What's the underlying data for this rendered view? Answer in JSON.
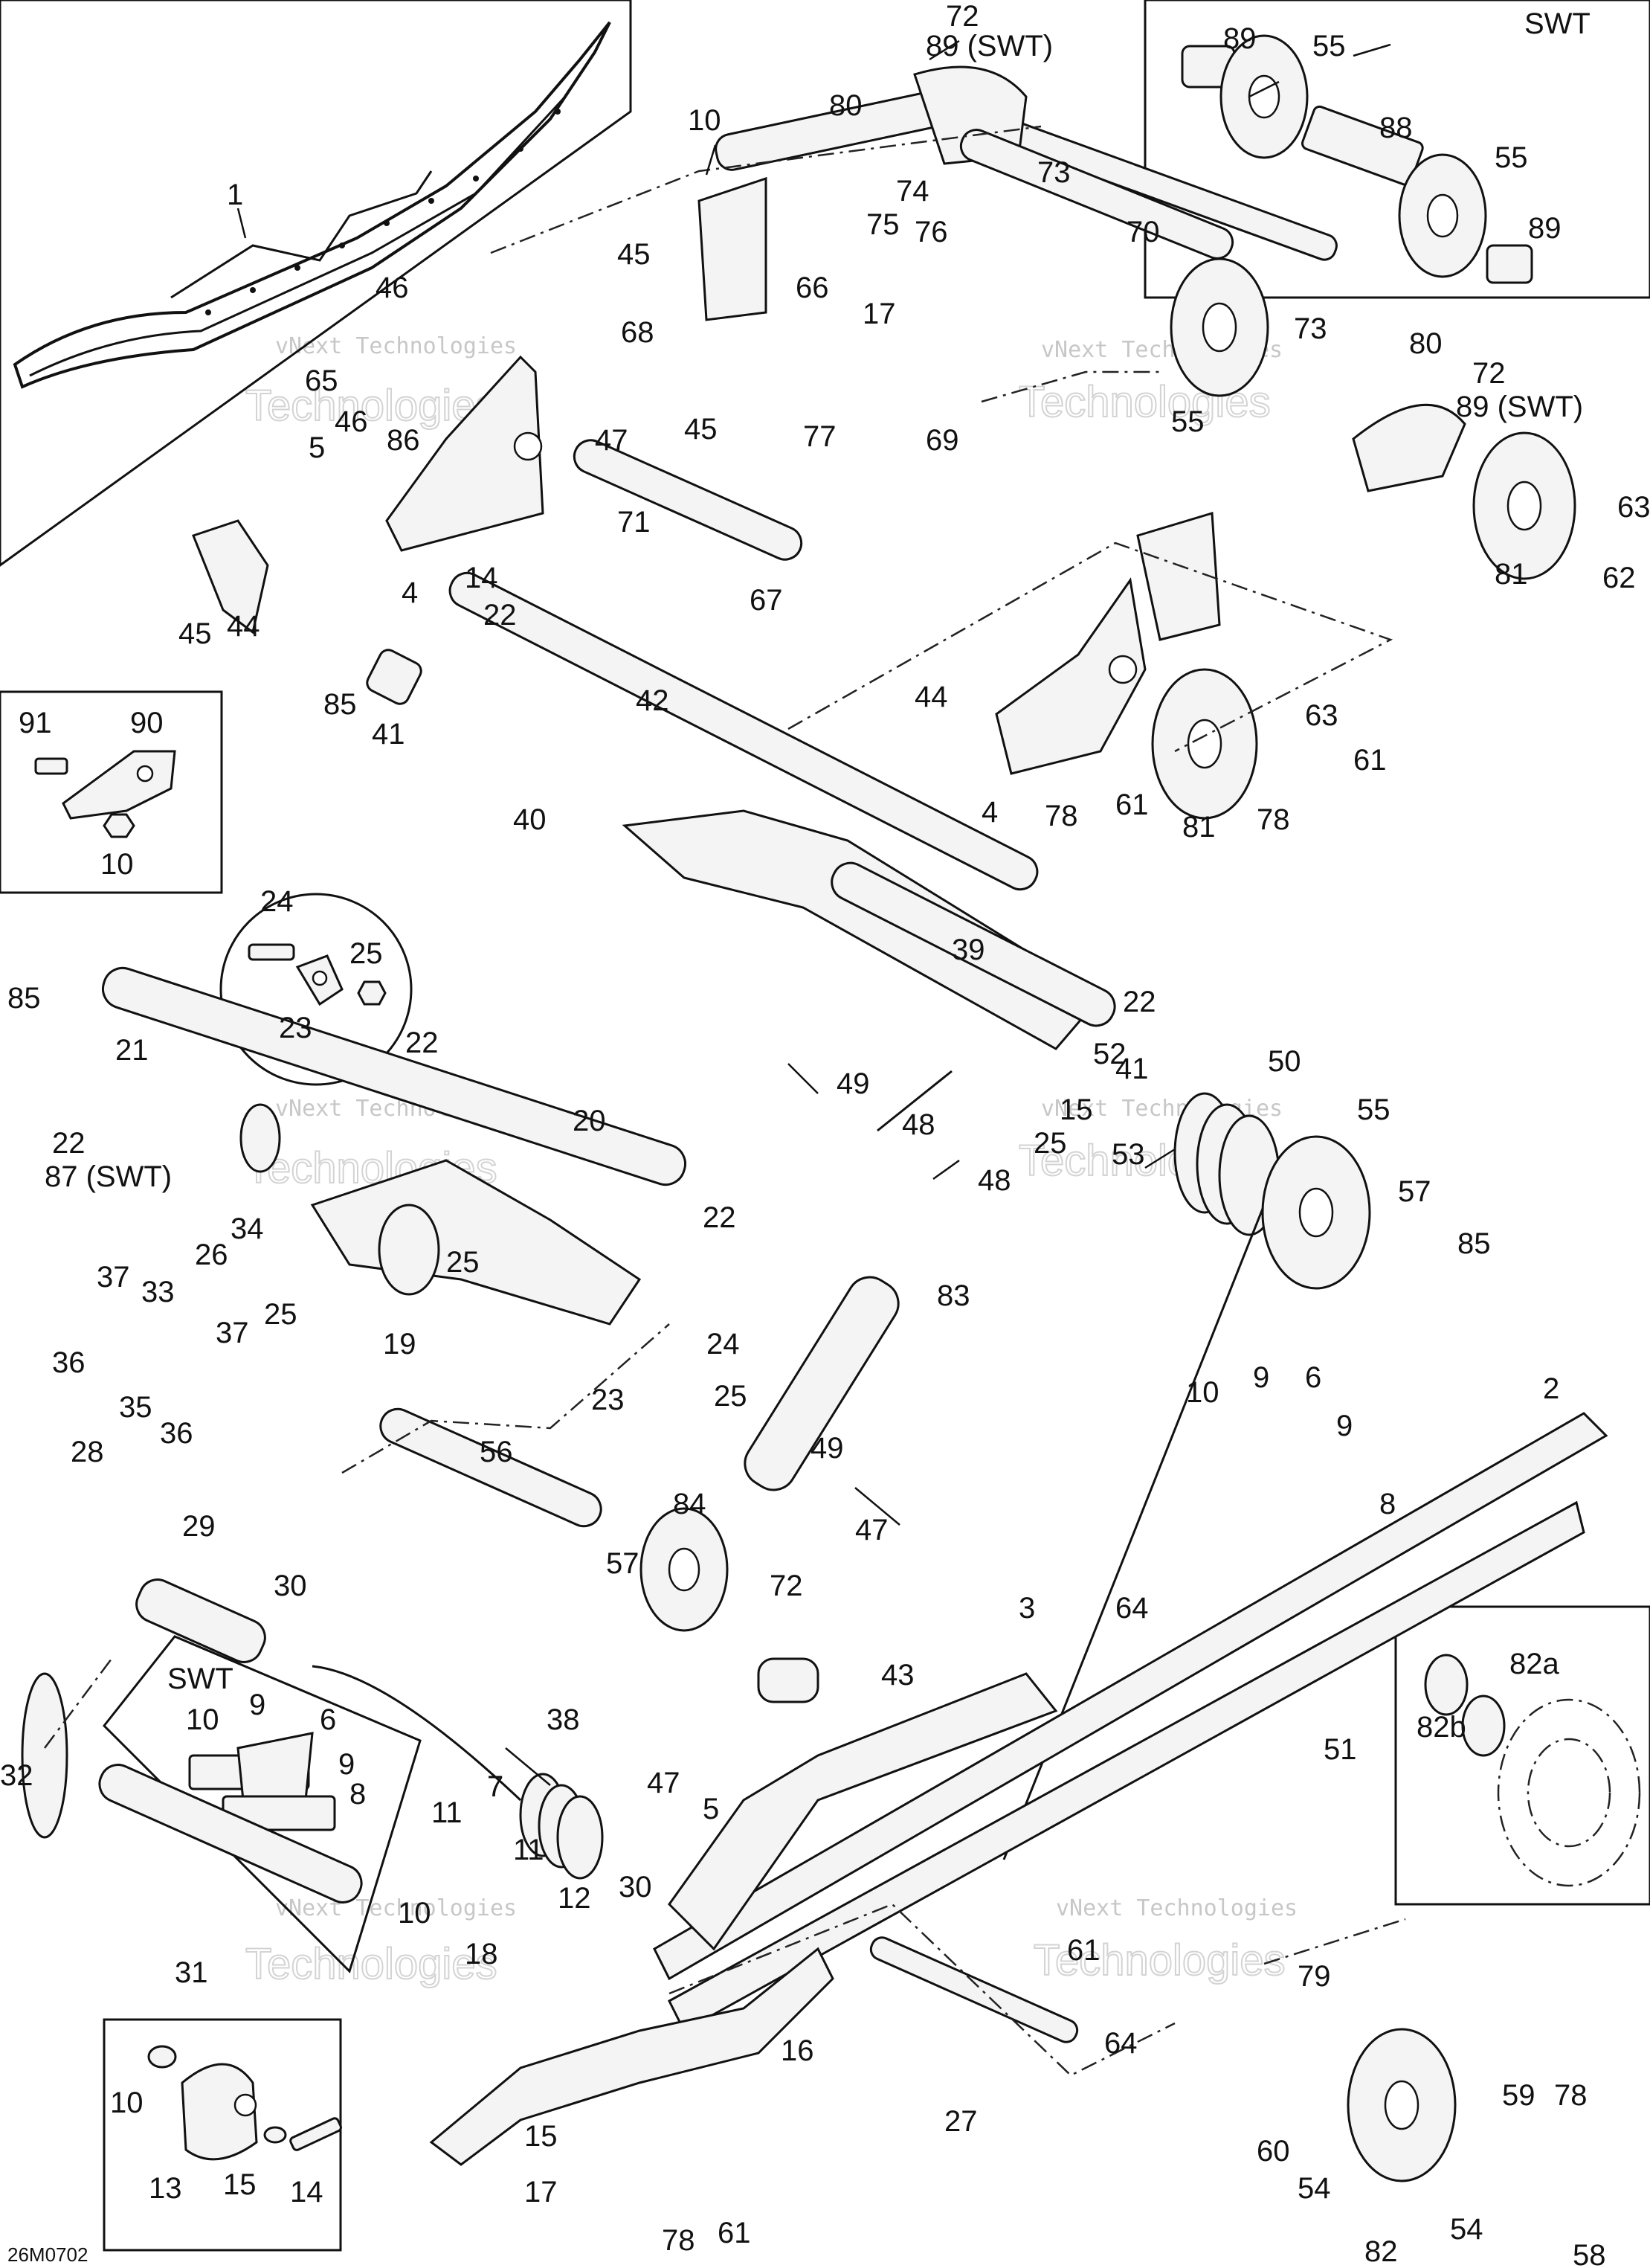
{
  "diagram_code": "26M0702",
  "watermark": {
    "line1": "vNext Technologies",
    "line2": "Technologies"
  },
  "labels": {
    "swt": "SWT",
    "p72": "72",
    "p89swt": "89 (SWT)",
    "p89swt_b": "89 (SWT)",
    "p87swt": "87 (SWT)"
  },
  "callouts": [
    "1",
    "2",
    "3",
    "4",
    "5",
    "6",
    "7",
    "8",
    "9",
    "10",
    "11",
    "12",
    "13",
    "14",
    "15",
    "16",
    "17",
    "18",
    "19",
    "20",
    "21",
    "22",
    "23",
    "24",
    "25",
    "26",
    "27",
    "28",
    "29",
    "30",
    "31",
    "32",
    "33",
    "34",
    "35",
    "36",
    "37",
    "38",
    "39",
    "40",
    "41",
    "42",
    "43",
    "44",
    "45",
    "46",
    "47",
    "48",
    "49",
    "50",
    "51",
    "52",
    "53",
    "54",
    "55",
    "56",
    "57",
    "58",
    "59",
    "60",
    "61",
    "62",
    "63",
    "64",
    "65",
    "66",
    "67",
    "68",
    "69",
    "70",
    "71",
    "72",
    "73",
    "74",
    "75",
    "76",
    "77",
    "78",
    "79",
    "80",
    "81",
    "82",
    "82a",
    "82b",
    "83",
    "84",
    "85",
    "86",
    "88",
    "89",
    "90",
    "91"
  ]
}
